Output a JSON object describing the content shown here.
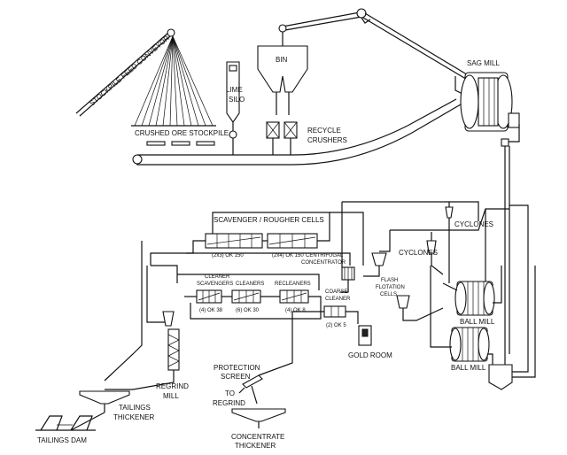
{
  "labels": {
    "stockpile_feed_conveyor": "STOCKPILE FEED CONVEYOR",
    "crushed_ore_stockpile": "CRUSHED ORE STOCKPILE",
    "lime": "LIME",
    "silo": "SILO",
    "bin": "BIN",
    "recycle": "RECYCLE",
    "crushers": "CRUSHERS",
    "sag_mill": "SAG MILL",
    "scavenger_rougher_cells": "SCAVENGER / ROUGHER CELLS",
    "scav_cell_a": "(2x3) OK 150",
    "scav_cell_b": "(2x4) OK 150",
    "cyclones_upper": "CYCLONES",
    "cyclones_lower": "CYCLONES",
    "centrifugal": "CENTRIFUGAL",
    "concentrator": "CONCENTRATOR",
    "cleaner_scavengers_1": "CLEANER",
    "cleaner_scavengers_2": "SCAVENGERS",
    "cleaners": "CLEANERS",
    "recleaners": "RECLEANERS",
    "cell_c": "(4) OK 38",
    "cell_d": "(6) OK 30",
    "cell_e": "(4) OK 8",
    "flash": "FLASH",
    "flotation": "FLOTATION",
    "cells": "CELLS",
    "coarse": "COARSE",
    "cleaner": "CLEANER",
    "cell_f": "(2) OK 5",
    "gold_room": "GOLD ROOM",
    "ball_mill_upper": "BALL MILL",
    "ball_mill_lower": "BALL MILL",
    "protection": "PROTECTION",
    "screen": "SCREEN",
    "regrind": "REGRIND",
    "mill": "MILL",
    "to": "TO",
    "to_regrind": "REGRIND",
    "tailings": "TAILINGS",
    "thickener": "THICKENER",
    "tailings_dam": "TAILINGS DAM",
    "concentrate": "CONCENTRATE",
    "concentrate_thickener": "THICKENER"
  }
}
